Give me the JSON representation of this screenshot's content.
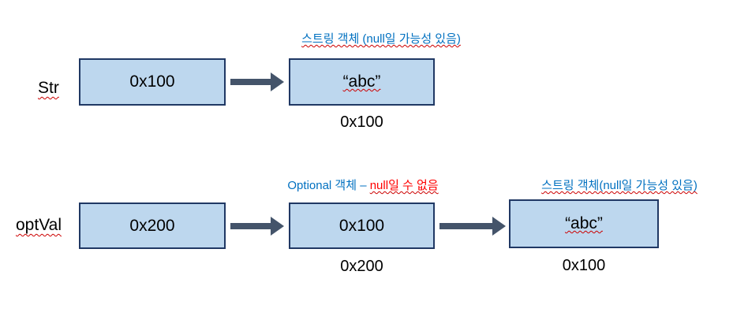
{
  "colors": {
    "box_fill": "#BDD7EE",
    "box_border": "#203864",
    "arrow": "#44546A",
    "caption_blue": "#0070C0",
    "caption_red": "#FF0000"
  },
  "top_row": {
    "var_label": "Str",
    "pointer_box_value": "0x100",
    "caption": "스트링 객체 (null일 가능성 있음)",
    "object_box_value": "“abc”",
    "object_box_address": "0x100"
  },
  "bottom_row": {
    "var_label": "optVal",
    "pointer_box_value": "0x200",
    "optional_caption_blue": "Optional 객체 – ",
    "optional_caption_red": "null일 수 없음",
    "optional_box_value": "0x100",
    "optional_box_address": "0x200",
    "string_caption": "스트링 객체(null일 가능성 있음)",
    "string_box_value": "“abc”",
    "string_box_address": "0x100"
  }
}
